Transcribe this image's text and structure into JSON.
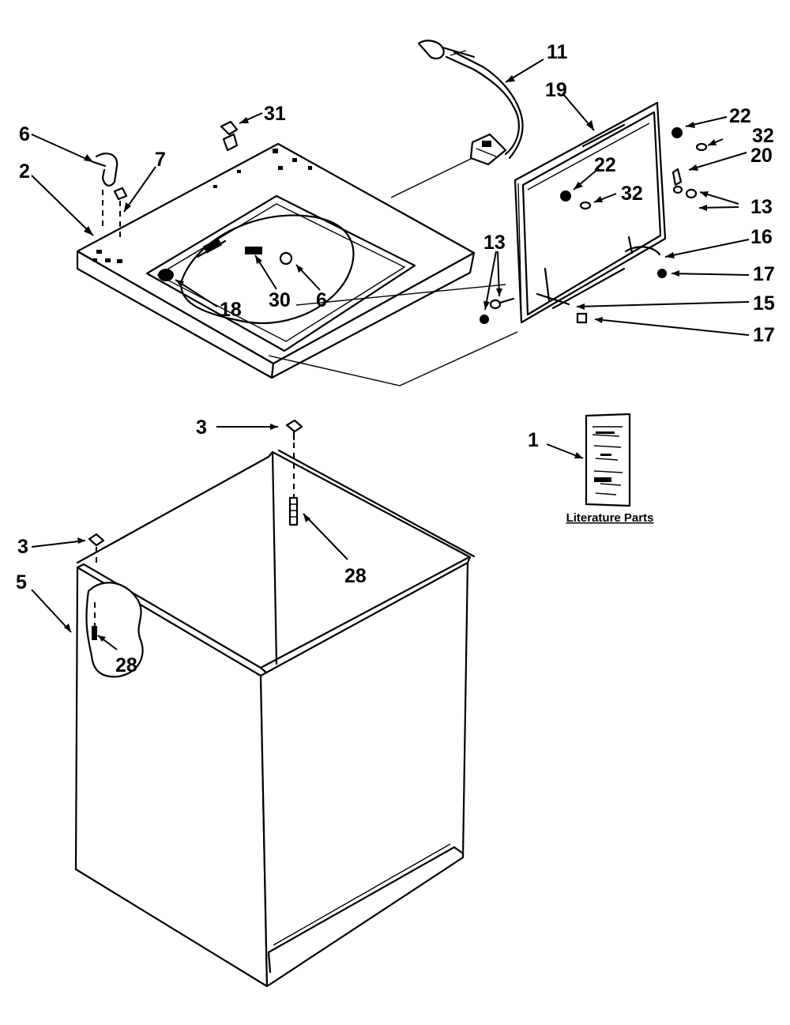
{
  "labels": {
    "l1": "1",
    "l2": "2",
    "l3a": "3",
    "l3b": "3",
    "l5": "5",
    "l6a": "6",
    "l6b": "6",
    "l7": "7",
    "l11": "11",
    "l13a": "13",
    "l13b": "13",
    "l15": "15",
    "l16": "16",
    "l17a": "17",
    "l17b": "17",
    "l18": "18",
    "l19": "19",
    "l20": "20",
    "l22a": "22",
    "l22b": "22",
    "l28a": "28",
    "l28b": "28",
    "l30": "30",
    "l31": "31",
    "l32a": "32",
    "l32b": "32"
  },
  "literature": {
    "caption": "Literature Parts"
  }
}
